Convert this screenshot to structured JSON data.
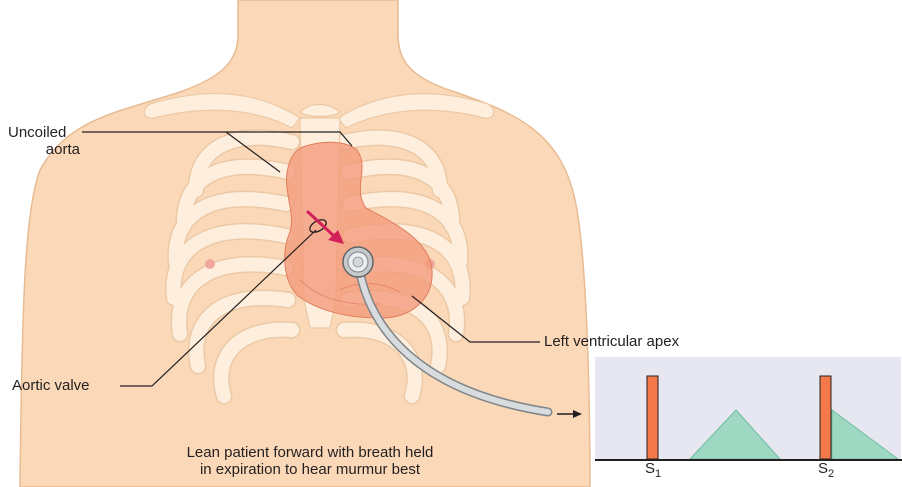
{
  "labels": {
    "uncoiled_aorta_line1": "Uncoiled",
    "uncoiled_aorta_line2": "aorta",
    "aortic_valve": "Aortic valve",
    "left_ventricular_apex": "Left ventricular apex",
    "caption_line1": "Lean patient forward with breath held",
    "caption_line2": "in expiration to hear murmur best"
  },
  "phonocardiogram": {
    "s1_letter": "S",
    "s1_sub": "1",
    "s2_letter": "S",
    "s2_sub": "2"
  },
  "colors": {
    "skin": "#fbd9b8",
    "skin_outline": "#e8bb93",
    "ribs": "#fdeedd",
    "heart": "#f39a7a",
    "arrow": "#d3205a",
    "sound_bar": "#f4794a",
    "murmur": "#9fd8c2",
    "graph_bg": "#e7e7f1"
  }
}
